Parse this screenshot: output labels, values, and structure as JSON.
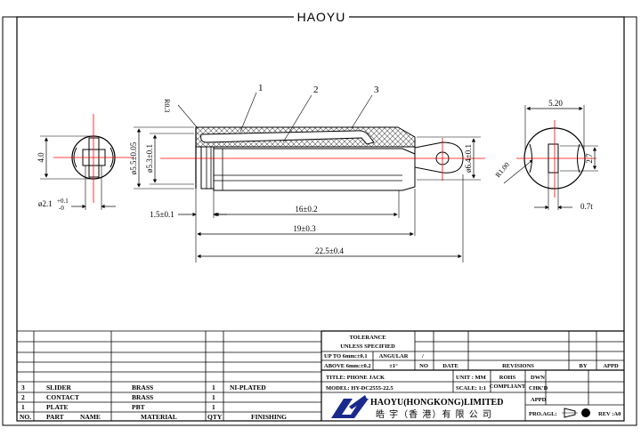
{
  "header": {
    "brand": "HAOYU"
  },
  "drawing": {
    "balloons": [
      "1",
      "2",
      "3"
    ],
    "dims": {
      "r_03": "R0.3",
      "h_40": "4.0",
      "d_21": "ø2.1",
      "d_21_tol_plus": "+0.1",
      "d_21_tol_minus": "-0",
      "d_55": "ø5.5±0.05",
      "d_53": "ø5.3±0.1",
      "l_15": "1.5±0.1",
      "l_16": "16±0.2",
      "l_19": "19±0.3",
      "l_225": "22.5±0.4",
      "d_64": "ø6.4±0.1",
      "w_520": "5.20",
      "r_100": "R1.00",
      "h_27": "2.7",
      "t_07": "0.7t"
    }
  },
  "title_block": {
    "tolerance": "TOLERANCE",
    "unless": "UNLESS   SPECIFIED",
    "up_to": "UP TO 6mm:±0.1",
    "above": "ABOVE 6mm:±0.2",
    "angular": "ANGULAR",
    "angular_value": "±1°",
    "angular_mark": "/",
    "no": "NO",
    "date": "DATE",
    "revisions": "REVISIONS",
    "by": "BY",
    "appd": "APPD",
    "title_label": "TITLE: PHONE JACK",
    "unit": "UNIT : MM",
    "rohs_1": "ROHS",
    "rohs_2": "COMPLIANT",
    "dwn": "DWN",
    "model": "MODEL: HY-DC2555-22.5",
    "scale": "SCALE:  1:1",
    "chkd": "CHK'D",
    "company_en": "HAOYU(HONGKONG)LIMITED",
    "company_cn": "皓 宇（香 港）有 限 公 司",
    "appd_label": "APPD",
    "pro_agl": "PRO.AGL:",
    "rev": "REV :A0"
  },
  "bom": {
    "headers": {
      "no": "NO.",
      "part": "PART",
      "name": "NAME",
      "material": "MATERIAL",
      "qty": "QTY",
      "finishing": "FINISHING"
    },
    "rows": [
      {
        "no": "3",
        "part": "SLIDER",
        "material": "BRASS",
        "qty": "1",
        "finishing": "NI-PLATED"
      },
      {
        "no": "2",
        "part": "CONTACT",
        "material": "BRASS",
        "qty": "1",
        "finishing": ""
      },
      {
        "no": "1",
        "part": "PLATE",
        "material": "PBT",
        "qty": "1",
        "finishing": ""
      }
    ]
  },
  "colors": {
    "line": "#000000",
    "centerline": "#ff0000",
    "hatch": "#555555",
    "logo": "#1a2a8c"
  }
}
